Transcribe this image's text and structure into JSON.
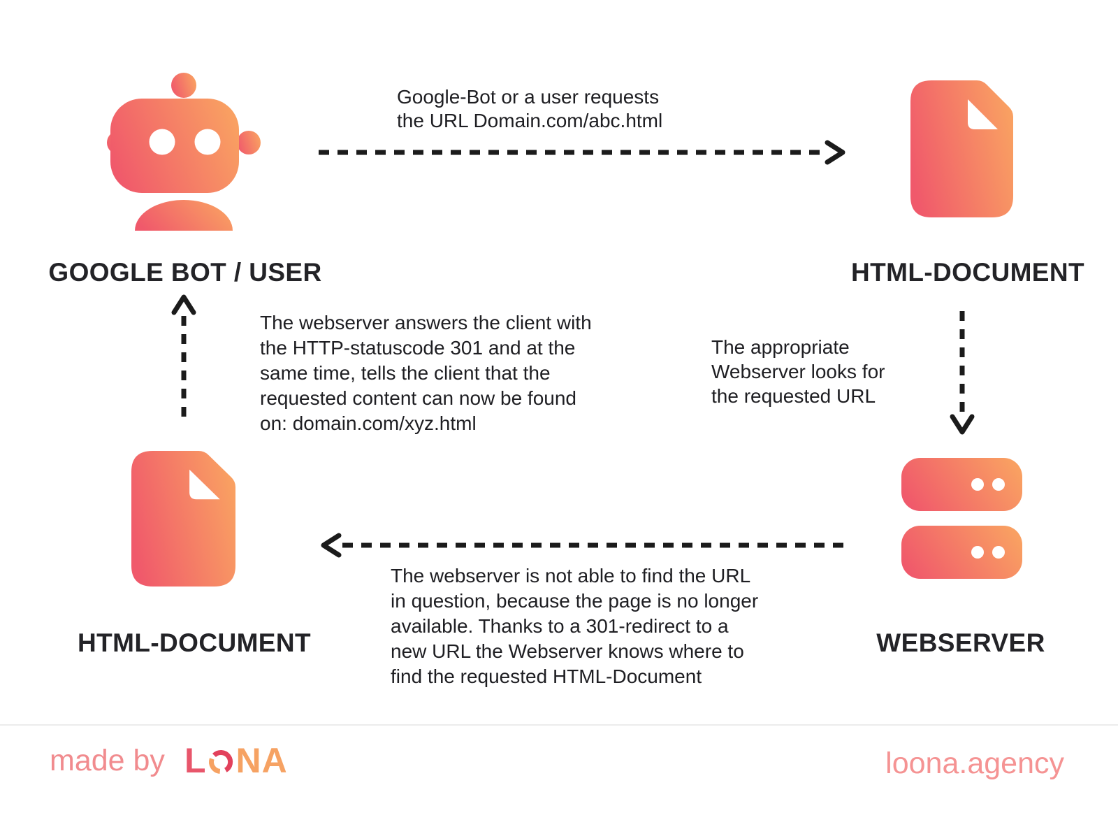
{
  "diagram": {
    "nodes": {
      "google_bot": {
        "label": "GOOGLE BOT / USER",
        "icon": "robot-icon"
      },
      "html_document_top": {
        "label": "HTML-DOCUMENT",
        "icon": "document-icon"
      },
      "webserver": {
        "label": "WEBSERVER",
        "icon": "server-icon"
      },
      "html_document_bottom": {
        "label": "HTML-DOCUMENT",
        "icon": "document-icon"
      }
    },
    "annotations": {
      "request": "Google-Bot or a user requests\nthe URL Domain.com/abc.html",
      "lookup": "The appropriate\nWebserver looks for\nthe requested URL",
      "not_found": "The webserver is not able to find the URL\nin question, because the page is no longer\navailable. Thanks to a 301-redirect to a\nnew URL the Webserver knows where to\nfind the requested HTML-Document",
      "redirect_response": "The webserver answers the client with\nthe HTTP-statuscode 301 and at the\nsame time, tells the client that the\nrequested content can now be found\non: domain.com/xyz.html"
    },
    "colors": {
      "icon_gradient_start": "#f0596b",
      "icon_gradient_end": "#f9a062",
      "arrow": "#1b1b1b",
      "text": "#1e1e22",
      "label": "#232327"
    }
  },
  "footer": {
    "made_by_label": "made by",
    "logo": {
      "l": "L",
      "na": "NA"
    },
    "website": "loona.agency",
    "accent_pink": "#f59393",
    "logo_red": "#e2415c",
    "logo_orange": "#f6a263"
  }
}
